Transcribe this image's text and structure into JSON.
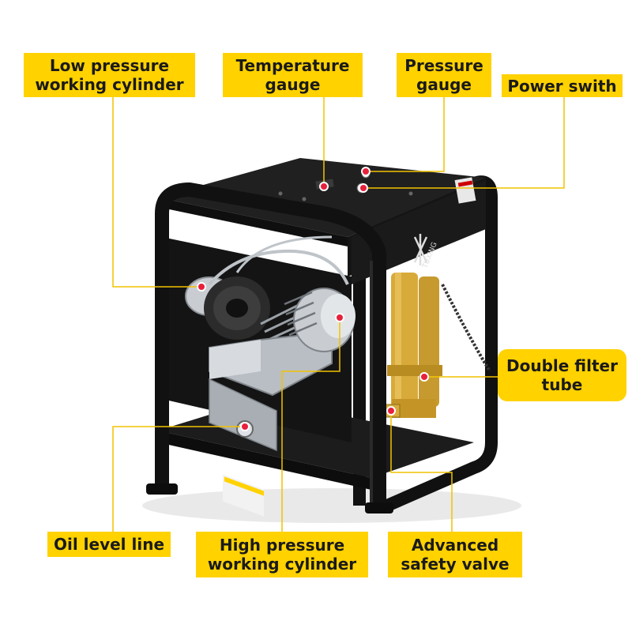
{
  "theme": {
    "label_bg": "#FFD200",
    "leader_color": "#F2C200",
    "dot_color": "#E8203C",
    "frame_color": "#111111",
    "brass_color": "#D8AA3A",
    "aluminium_color": "#C9CDD2"
  },
  "callouts": {
    "low_pressure_cylinder": "Low pressure\nworking cylinder",
    "temperature_gauge": "Temperature\ngauge",
    "pressure_gauge": "Pressure\ngauge",
    "power_switch": "Power swith",
    "double_filter_tube": "Double filter\ntube",
    "oil_level_line": "Oil level line",
    "high_pressure_cylinder": "High pressure\nworking cylinder",
    "safety_valve": "Advanced\nsafety valve"
  },
  "product": {
    "brand_mark": "TUXING",
    "icons": [
      "compressor-icon",
      "brand-logo-icon",
      "warning-label-icon"
    ]
  }
}
